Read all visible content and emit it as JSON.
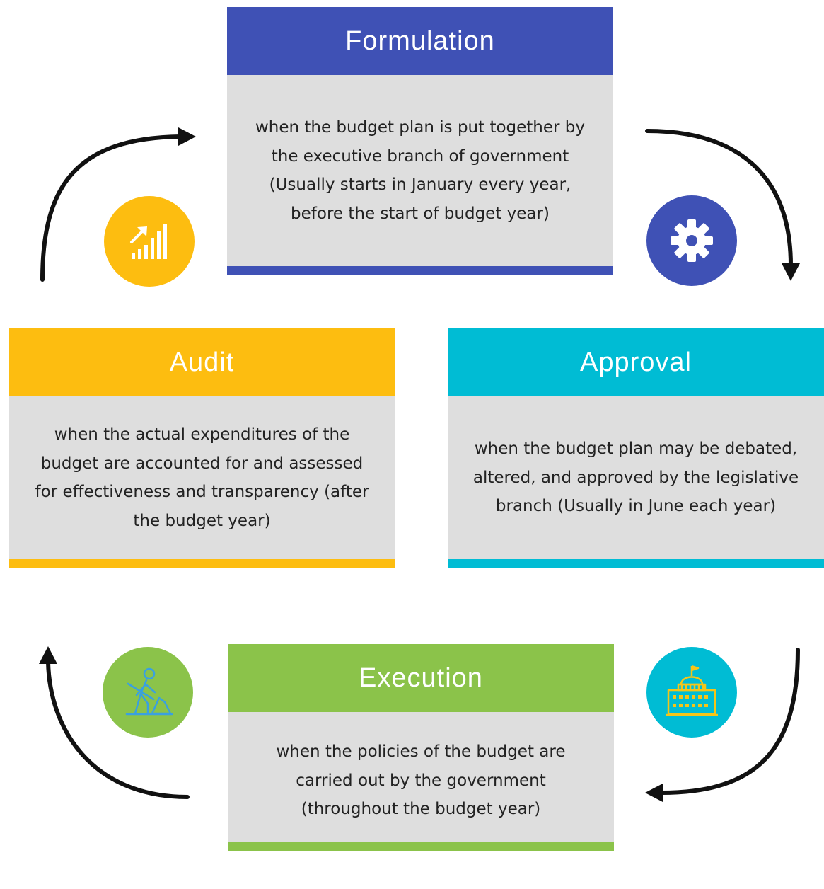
{
  "colors": {
    "formulation": "#3f51b5",
    "audit": "#fdbd10",
    "approval": "#00bcd4",
    "execution": "#8bc34a",
    "card_body": "#dedede",
    "arrow": "#111111"
  },
  "stages": {
    "formulation": {
      "title": "Formulation",
      "desc": "when the budget plan is put together by the executive branch of government (Usually starts in January every year, before the start of budget year)",
      "icon": "growth-chart-icon"
    },
    "approval": {
      "title": "Approval",
      "desc": "when the budget plan may be debated, altered, and approved by the legislative branch (Usually in June each year)",
      "icon": "capitol-building-icon"
    },
    "execution": {
      "title": "Execution",
      "desc": "when the policies of the budget are carried out by the government (throughout the budget year)",
      "icon": "worker-digging-icon"
    },
    "audit": {
      "title": "Audit",
      "desc": "when the actual expenditures of the budget are accounted for and assessed for effectiveness and transparency (after the budget year)",
      "icon": "gear-icon"
    }
  }
}
